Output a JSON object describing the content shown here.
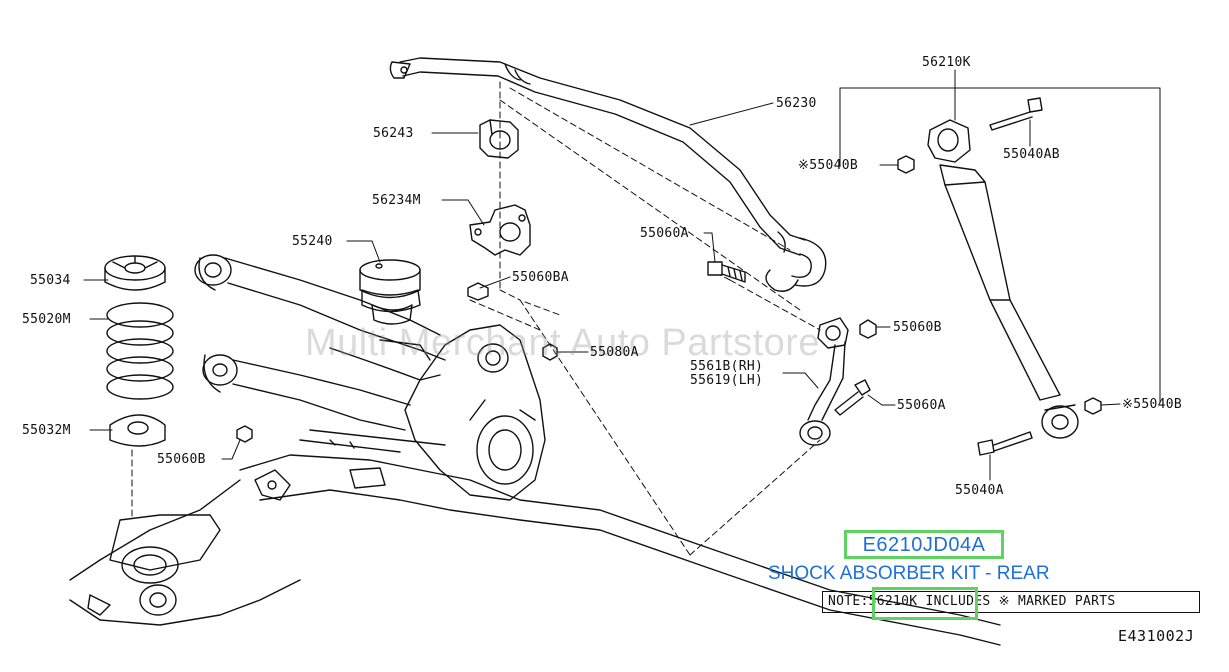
{
  "labels": {
    "p56230": "56230",
    "p56243": "56243",
    "p56234m": "56234M",
    "p55240": "55240",
    "p55060ba": "55060BA",
    "p55060a_top": "55060A",
    "p55034": "55034",
    "p55020m": "55020M",
    "p55032m": "55032M",
    "p55080a": "55080A",
    "p55060b_left": "55060B",
    "p55060b_right": "55060B",
    "p55618": "5561B(RH)",
    "p55619": "55619(LH)",
    "p55060a_right": "55060A",
    "p56210k": "56210K",
    "p55040b_top": "※55040B",
    "p55040ab": "55040AB",
    "p55040b_right": "※55040B",
    "p55040a": "55040A"
  },
  "watermark": "Multi Merchant Auto Partstore",
  "highlight": {
    "part_number": "E6210JD04A",
    "part_name": "SHOCK ABSORBER KIT - REAR",
    "color": "#5fd35f",
    "text_color": "#1e6fd9"
  },
  "note": "NOTE:56210K INCLUDES ※ MARKED PARTS",
  "diagram_code": "E431002J"
}
